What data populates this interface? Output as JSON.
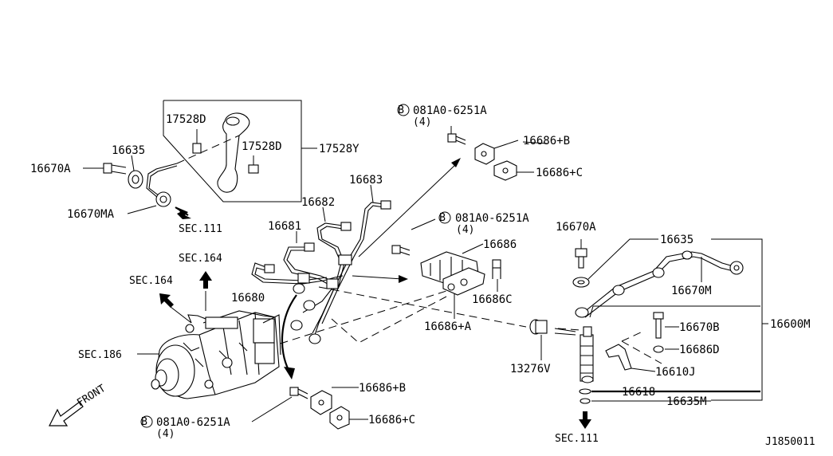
{
  "diagram": {
    "labels": {
      "p17528D_a": "17528D",
      "p17528D_b": "17528D",
      "p17528Y": "17528Y",
      "p16635_l": "16635",
      "p16670A_l": "16670A",
      "p16670MA": "16670MA",
      "sec111_top": "SEC.111",
      "bolt_top": "081A0-6251A",
      "bolt_top_qty": "(4)",
      "p16686B_top": "16686+B",
      "p16686C_top": "16686+C",
      "p16683": "16683",
      "p16682": "16682",
      "p16681": "16681",
      "bolt_mid": "081A0-6251A",
      "bolt_mid_qty": "(4)",
      "p16686": "16686",
      "p16670A_r": "16670A",
      "p16635_r": "16635",
      "p16670M": "16670M",
      "sec164_a": "SEC.164",
      "sec164_b": "SEC.164",
      "p16680": "16680",
      "p16686C_mid": "16686C",
      "p16686A": "16686+A",
      "p16600M": "16600M",
      "p16670B": "16670B",
      "p16686D": "16686D",
      "sec186": "SEC.186",
      "p13276V": "13276V",
      "p16610J": "16610J",
      "p16618": "16618",
      "p16635M": "16635M",
      "p16686B_bot": "16686+B",
      "p16686C_bot": "16686+C",
      "bolt_bot": "081A0-6251A",
      "bolt_bot_qty": "(4)",
      "sec111_bot": "SEC.111",
      "front": "FRONT",
      "drawing_no": "J1850011",
      "b_mark": "B"
    }
  }
}
